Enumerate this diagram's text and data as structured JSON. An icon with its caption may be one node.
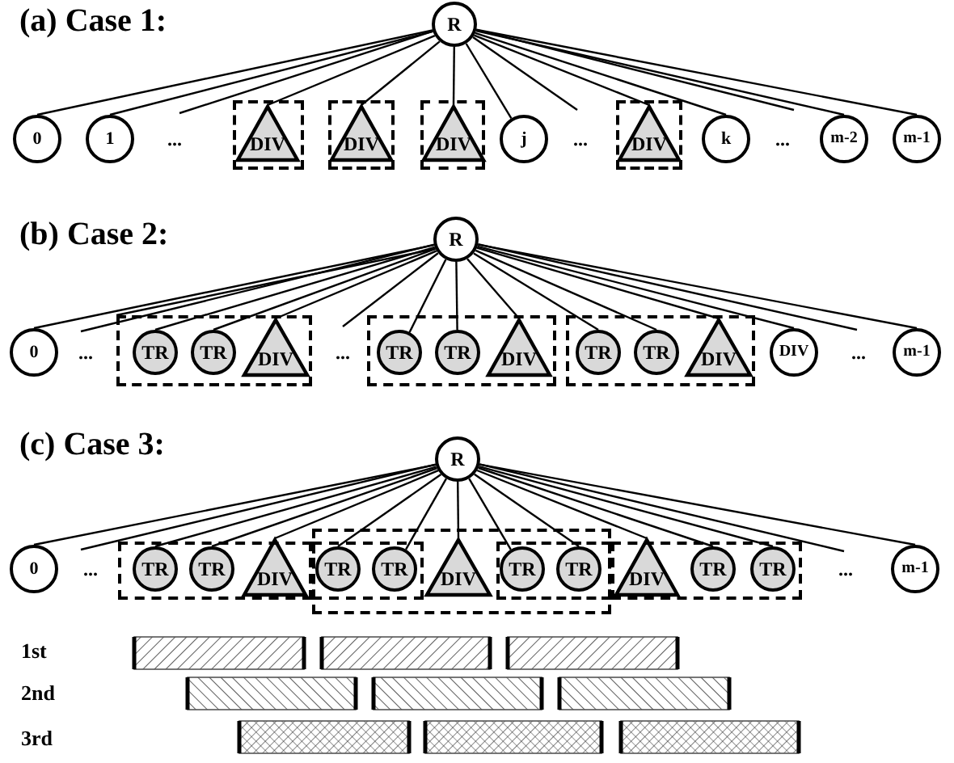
{
  "diagram": {
    "nodes": [
      {
        "text": [
          "R"
        ]
      },
      {
        "text": [
          "0"
        ]
      },
      {
        "text": [
          "1"
        ]
      },
      {
        "text": [],
        "shape": "box"
      },
      {
        "text": [
          "DIV"
        ],
        "in": 3
      },
      {
        "text": [],
        "shape": "box"
      },
      {
        "text": [
          "DIV"
        ],
        "in": 5
      },
      {
        "text": [],
        "shape": "box"
      },
      {
        "text": [
          "DIV"
        ],
        "in": 7
      },
      {
        "text": [
          "j"
        ]
      },
      {
        "text": [],
        "shape": "box"
      },
      {
        "text": [
          "DIV"
        ],
        "in": 10
      },
      {
        "text": [
          "k"
        ]
      },
      {
        "text": [
          "m-2"
        ]
      },
      {
        "text": [
          "m-1"
        ]
      },
      {
        "text": [
          "R"
        ]
      },
      {
        "text": [
          "0"
        ]
      },
      {
        "text": [],
        "shape": "box"
      },
      {
        "text": [
          "TR"
        ],
        "in": 17
      },
      {
        "text": [
          "TR"
        ],
        "in": 17
      },
      {
        "text": [
          "DIV"
        ],
        "in": 17
      },
      {
        "text": [],
        "shape": "box"
      },
      {
        "text": [
          "TR"
        ],
        "in": 21
      },
      {
        "text": [
          "TR"
        ],
        "in": 21
      },
      {
        "text": [
          "DIV"
        ],
        "in": 21
      },
      {
        "text": [],
        "shape": "box"
      },
      {
        "text": [
          "TR"
        ],
        "in": 25
      },
      {
        "text": [
          "TR"
        ],
        "in": 25
      },
      {
        "text": [
          "DIV"
        ],
        "in": 25
      },
      {
        "text": [
          "DIV"
        ]
      },
      {
        "text": [
          "m-1"
        ]
      },
      {
        "text": [
          "R"
        ]
      },
      {
        "text": [
          "0"
        ]
      },
      {
        "text": [],
        "shape": "box"
      },
      {
        "text": [
          "TR"
        ],
        "in": 33
      },
      {
        "text": [
          "TR"
        ],
        "in": 33
      },
      {
        "text": [
          "DIV"
        ],
        "in": 33
      },
      {
        "text": [],
        "shape": "box"
      },
      {
        "text": [],
        "shape": "box",
        "in": 37
      },
      {
        "text": [
          "TR"
        ],
        "in": 38
      },
      {
        "text": [
          "TR"
        ],
        "in": 38
      },
      {
        "text": [
          "DIV"
        ],
        "in": 37
      },
      {
        "text": [],
        "shape": "box",
        "in": 37
      },
      {
        "text": [
          "TR"
        ],
        "in": 42
      },
      {
        "text": [
          "TR"
        ],
        "in": 42
      },
      {
        "text": [],
        "shape": "box"
      },
      {
        "text": [
          "DIV"
        ],
        "in": 45
      },
      {
        "text": [
          "TR"
        ],
        "in": 45
      },
      {
        "text": [
          "TR"
        ],
        "in": 45
      },
      {
        "text": [
          "m-1"
        ]
      }
    ],
    "edges": [
      {
        "from": 0,
        "to": 1,
        "arrow": "none"
      },
      {
        "from": 0,
        "to": 2,
        "arrow": "none"
      },
      {
        "from": 0,
        "to": null,
        "arrow": "none"
      },
      {
        "from": 0,
        "to": 4,
        "arrow": "none"
      },
      {
        "from": 0,
        "to": 6,
        "arrow": "none"
      },
      {
        "from": 0,
        "to": 8,
        "arrow": "none"
      },
      {
        "from": 0,
        "to": 9,
        "arrow": "none"
      },
      {
        "from": 0,
        "to": null,
        "arrow": "none"
      },
      {
        "from": 0,
        "to": 11,
        "arrow": "none"
      },
      {
        "from": 0,
        "to": 12,
        "arrow": "none"
      },
      {
        "from": 0,
        "to": null,
        "arrow": "none"
      },
      {
        "from": 0,
        "to": 13,
        "arrow": "none"
      },
      {
        "from": 0,
        "to": 14,
        "arrow": "none"
      },
      {
        "from": 15,
        "to": 16,
        "arrow": "none"
      },
      {
        "from": 15,
        "to": null,
        "arrow": "none"
      },
      {
        "from": 15,
        "to": 17,
        "arrow": "none"
      },
      {
        "from": 15,
        "to": 18,
        "arrow": "none"
      },
      {
        "from": 15,
        "to": 19,
        "arrow": "none"
      },
      {
        "from": 15,
        "to": 20,
        "arrow": "none"
      },
      {
        "from": 15,
        "to": null,
        "arrow": "none"
      },
      {
        "from": 15,
        "to": 22,
        "arrow": "none"
      },
      {
        "from": 15,
        "to": 23,
        "arrow": "none"
      },
      {
        "from": 15,
        "to": 24,
        "arrow": "none"
      },
      {
        "from": 15,
        "to": 26,
        "arrow": "none"
      },
      {
        "from": 15,
        "to": 27,
        "arrow": "none"
      },
      {
        "from": 15,
        "to": 28,
        "arrow": "none"
      },
      {
        "from": 15,
        "to": 29,
        "arrow": "none"
      },
      {
        "from": 15,
        "to": null,
        "arrow": "none"
      },
      {
        "from": 15,
        "to": 30,
        "arrow": "none"
      },
      {
        "from": 31,
        "to": 32,
        "arrow": "none"
      },
      {
        "from": 31,
        "to": null,
        "arrow": "none"
      },
      {
        "from": 31,
        "to": 34,
        "arrow": "none"
      },
      {
        "from": 31,
        "to": 35,
        "arrow": "none"
      },
      {
        "from": 31,
        "to": 36,
        "arrow": "none"
      },
      {
        "from": 31,
        "to": 39,
        "arrow": "none"
      },
      {
        "from": 31,
        "to": 40,
        "arrow": "none"
      },
      {
        "from": 31,
        "to": 41,
        "arrow": "none"
      },
      {
        "from": 31,
        "to": 43,
        "arrow": "none"
      },
      {
        "from": 31,
        "to": 44,
        "arrow": "none"
      },
      {
        "from": 31,
        "to": 46,
        "arrow": "none"
      },
      {
        "from": 31,
        "to": 47,
        "arrow": "none"
      },
      {
        "from": 31,
        "to": 48,
        "arrow": "none"
      },
      {
        "from": 31,
        "to": null,
        "arrow": "none"
      },
      {
        "from": 31,
        "to": 49,
        "arrow": "none"
      }
    ],
    "labels": [
      "(a) Case 1:",
      "...",
      "...",
      "...",
      "(b) Case 2:",
      "...",
      "...",
      "...",
      "(c) Case 3:",
      "...",
      "...",
      "1st",
      "2nd",
      "3rd"
    ]
  }
}
